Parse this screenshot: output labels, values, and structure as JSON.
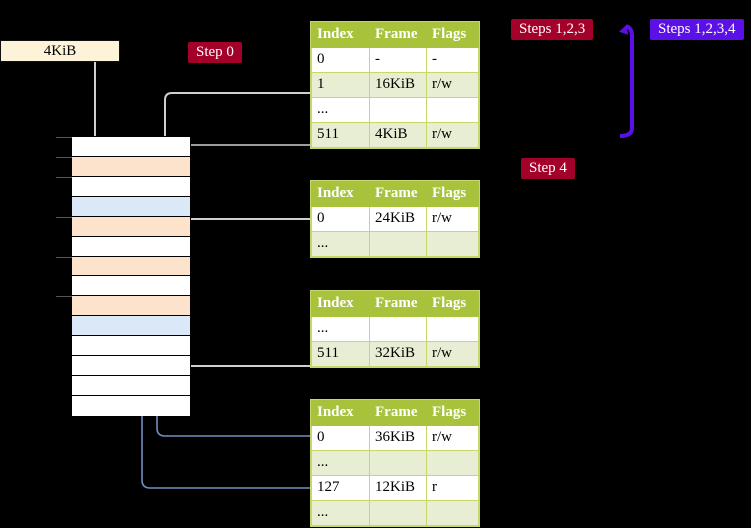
{
  "diagram": {
    "title_labels": {
      "size_box": "4KiB",
      "step0": "Step 0",
      "steps123": "Steps 1,2,3",
      "steps1234": "Steps 1,2,3,4",
      "step4": "Step 4"
    },
    "colors": {
      "header_green": "#a8c23c",
      "row_even": "#e8eed3",
      "highlight_yellow": "#ffff9e",
      "badge_crimson": "#a3002a",
      "badge_violet": "#5b10e8",
      "mem_peach": "#fde3cc",
      "mem_blue": "#dbe8f7",
      "size_box_bg": "#fdf3d8",
      "connector_gray": "#b9b9b9",
      "connector_blue": "#6f8fc0"
    },
    "columns": [
      "Index",
      "Frame",
      "Flags"
    ],
    "tables": [
      {
        "name": "pml4-table",
        "rows": [
          {
            "index": "0",
            "frame": "-",
            "flags": "-",
            "shade": "odd",
            "highlight": false
          },
          {
            "index": "1",
            "frame": "16KiB",
            "flags": "r/w",
            "shade": "even",
            "highlight": false
          },
          {
            "index": "...",
            "frame": "",
            "flags": "",
            "shade": "odd",
            "highlight": false
          },
          {
            "index": "511",
            "frame": "4KiB",
            "flags": "r/w",
            "shade": "even",
            "highlight": true
          }
        ]
      },
      {
        "name": "pdp-table",
        "rows": [
          {
            "index": "0",
            "frame": "24KiB",
            "flags": "r/w",
            "shade": "odd",
            "highlight": false
          },
          {
            "index": "...",
            "frame": "",
            "flags": "",
            "shade": "even",
            "highlight": false
          }
        ]
      },
      {
        "name": "pd-table",
        "rows": [
          {
            "index": "...",
            "frame": "",
            "flags": "",
            "shade": "odd",
            "highlight": false
          },
          {
            "index": "511",
            "frame": "32KiB",
            "flags": "r/w",
            "shade": "even",
            "highlight": false
          }
        ]
      },
      {
        "name": "pt-table",
        "rows": [
          {
            "index": "0",
            "frame": "36KiB",
            "flags": "r/w",
            "shade": "odd",
            "highlight": false
          },
          {
            "index": "...",
            "frame": "",
            "flags": "",
            "shade": "even",
            "highlight": false
          },
          {
            "index": "127",
            "frame": "12KiB",
            "flags": "r",
            "shade": "odd",
            "highlight": false
          },
          {
            "index": "...",
            "frame": "",
            "flags": "",
            "shade": "even",
            "highlight": false
          }
        ]
      }
    ],
    "memory_column": {
      "name": "physical-memory-column",
      "rows": [
        {
          "shade": "white",
          "tick": true
        },
        {
          "shade": "peach",
          "tick": true
        },
        {
          "shade": "white",
          "tick": true
        },
        {
          "shade": "blue",
          "tick": false
        },
        {
          "shade": "peach",
          "tick": true
        },
        {
          "shade": "white",
          "tick": false
        },
        {
          "shade": "peach",
          "tick": true
        },
        {
          "shade": "white",
          "tick": false
        },
        {
          "shade": "peach",
          "tick": true
        },
        {
          "shade": "blue",
          "tick": false
        },
        {
          "shade": "white",
          "tick": false
        },
        {
          "shade": "white",
          "tick": false
        },
        {
          "shade": "white",
          "tick": false
        },
        {
          "shade": "white",
          "tick": false
        }
      ]
    }
  }
}
